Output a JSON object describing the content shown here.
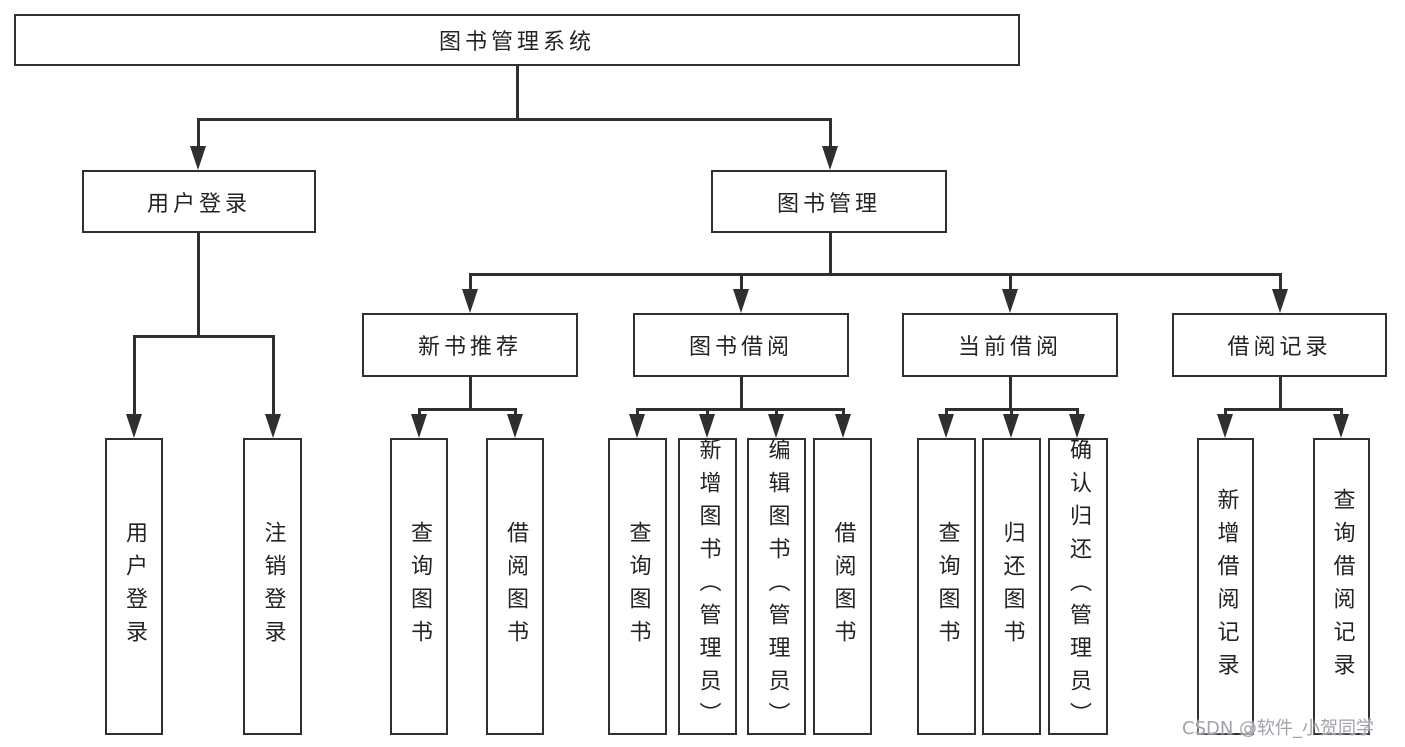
{
  "diagram_title": "图书管理系统",
  "tree": {
    "label": "图书管理系统",
    "children": [
      {
        "label": "用户登录",
        "children": [
          {
            "label": "用户登录"
          },
          {
            "label": "注销登录"
          }
        ]
      },
      {
        "label": "图书管理",
        "children": [
          {
            "label": "新书推荐",
            "children": [
              {
                "label": "查询图书"
              },
              {
                "label": "借阅图书"
              }
            ]
          },
          {
            "label": "图书借阅",
            "children": [
              {
                "label": "查询图书"
              },
              {
                "label": "新增图书（管理员）"
              },
              {
                "label": "编辑图书（管理员）"
              },
              {
                "label": "借阅图书"
              }
            ]
          },
          {
            "label": "当前借阅",
            "children": [
              {
                "label": "查询图书"
              },
              {
                "label": "归还图书"
              },
              {
                "label": "确认归还（管理员）"
              }
            ]
          },
          {
            "label": "借阅记录",
            "children": [
              {
                "label": "新增借阅记录"
              },
              {
                "label": "查询借阅记录"
              }
            ]
          }
        ]
      }
    ]
  },
  "watermark": "CSDN @软件_小贺同学",
  "colors": {
    "line": "#2f2f31",
    "box_border": "#2f2f31",
    "text": "#232326",
    "watermark": "#a2a2aa",
    "background": "#ffffff"
  }
}
